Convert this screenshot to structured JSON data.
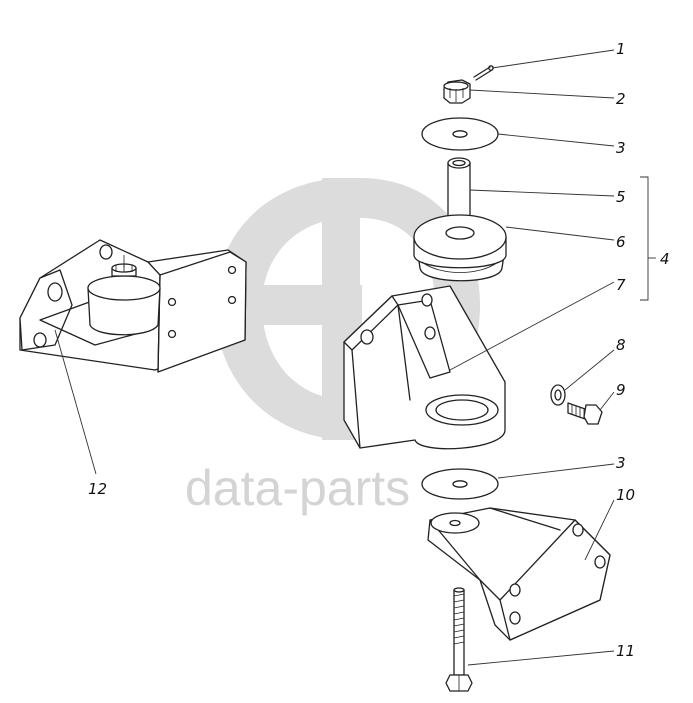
{
  "watermark": {
    "text": "data-parts",
    "color": "#d4d4d4"
  },
  "callouts": [
    {
      "id": "1",
      "label": "1"
    },
    {
      "id": "2",
      "label": "2"
    },
    {
      "id": "3a",
      "label": "3"
    },
    {
      "id": "5",
      "label": "5"
    },
    {
      "id": "6",
      "label": "6"
    },
    {
      "id": "4",
      "label": "4"
    },
    {
      "id": "7",
      "label": "7"
    },
    {
      "id": "8",
      "label": "8"
    },
    {
      "id": "9",
      "label": "9"
    },
    {
      "id": "3b",
      "label": "3"
    },
    {
      "id": "10",
      "label": "10"
    },
    {
      "id": "11",
      "label": "11"
    },
    {
      "id": "12",
      "label": "12"
    }
  ]
}
